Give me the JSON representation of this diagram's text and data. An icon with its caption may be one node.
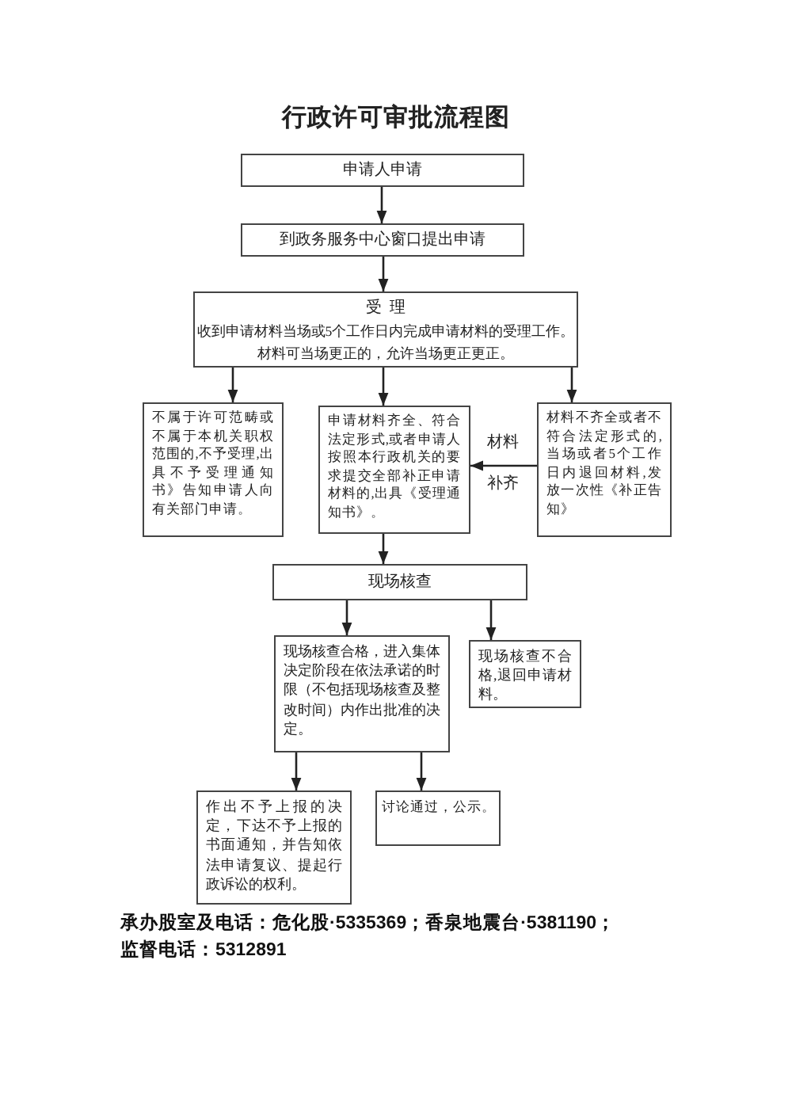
{
  "diagram": {
    "title": "行政许可审批流程图",
    "nodes": [
      {
        "text": [
          "申请人申请"
        ]
      },
      {
        "text": [
          "到政务服务中心窗口提出申请"
        ]
      },
      {
        "text": [
          "受理",
          "收到申请材料当场或5个工作日内完成申请材料的受理工作。材料可当场更正的，允许当场更正更正。"
        ]
      },
      {
        "text": [
          "不属于许可范畴或不属于本机关职权范围的,不予受理,出具不予受理通知书》告知申请人向有关部门申请。"
        ]
      },
      {
        "text": [
          "申请材料齐全、符合法定形式,或者申请人按照本行政机关的要求提交全部补正申请材料的,出具《受理通知书》。"
        ]
      },
      {
        "text": [
          "材料不齐全或者不符合法定形式的,当场或者5个工作日内退回材料,发放一次性《补正告知》"
        ]
      },
      {
        "text": [
          "现场核查"
        ]
      },
      {
        "text": [
          "现场核查合格，进入集体决定阶段在依法承诺的时限（不包括现场核查及整改时间）内作出批准的决定。"
        ]
      },
      {
        "text": [
          "现场核查不合格,退回申请材料。"
        ]
      },
      {
        "text": [
          "作出不予上报的决定，下达不予上报的书面通知，并告知依法申请复议、提起行政诉讼的权利。"
        ]
      },
      {
        "text": [
          "讨论通过，公示。"
        ]
      }
    ],
    "edges": [
      {
        "from": 0,
        "to": 1,
        "arrow": "to"
      },
      {
        "from": 1,
        "to": 2,
        "arrow": "to"
      },
      {
        "from": 2,
        "to": 3,
        "arrow": "to"
      },
      {
        "from": 2,
        "to": 4,
        "arrow": "to"
      },
      {
        "from": 2,
        "to": 5,
        "arrow": "to"
      },
      {
        "from": 5,
        "to": 4,
        "arrow": "to",
        "label": "材料补齐"
      },
      {
        "from": 4,
        "to": 6,
        "arrow": "to"
      },
      {
        "from": 6,
        "to": 7,
        "arrow": "to"
      },
      {
        "from": 6,
        "to": 8,
        "arrow": "to"
      },
      {
        "from": 7,
        "to": 9,
        "arrow": "to"
      },
      {
        "from": 7,
        "to": 10,
        "arrow": "to"
      }
    ],
    "labels": [
      "承办股室及电话：危化股·5335369；香泉地震台·5381190；",
      "监督电话：5312891"
    ]
  }
}
